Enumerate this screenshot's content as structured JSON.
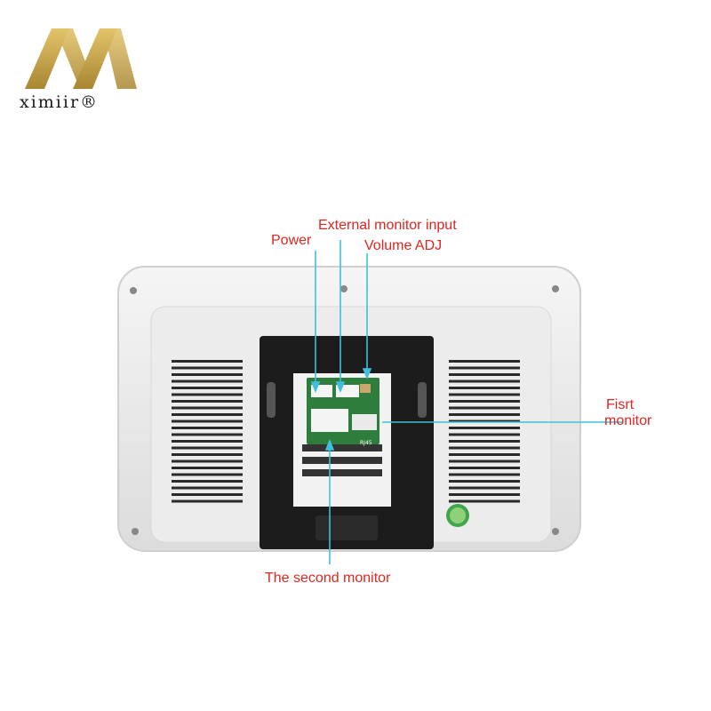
{
  "brand": {
    "name": "ximiir®"
  },
  "colors": {
    "callout_line": "#3fc0dc",
    "label_text": "#e0261f",
    "logo_gold": "#c7a54a"
  },
  "callouts": {
    "power": "Power",
    "external_monitor_input": "External monitor input",
    "volume_adj": "Volume ADJ",
    "first_monitor_line1": "Fisrt",
    "first_monitor_line2": "monitor",
    "second_monitor": "The second monitor"
  },
  "device": {
    "board_mark": "RJ45"
  }
}
